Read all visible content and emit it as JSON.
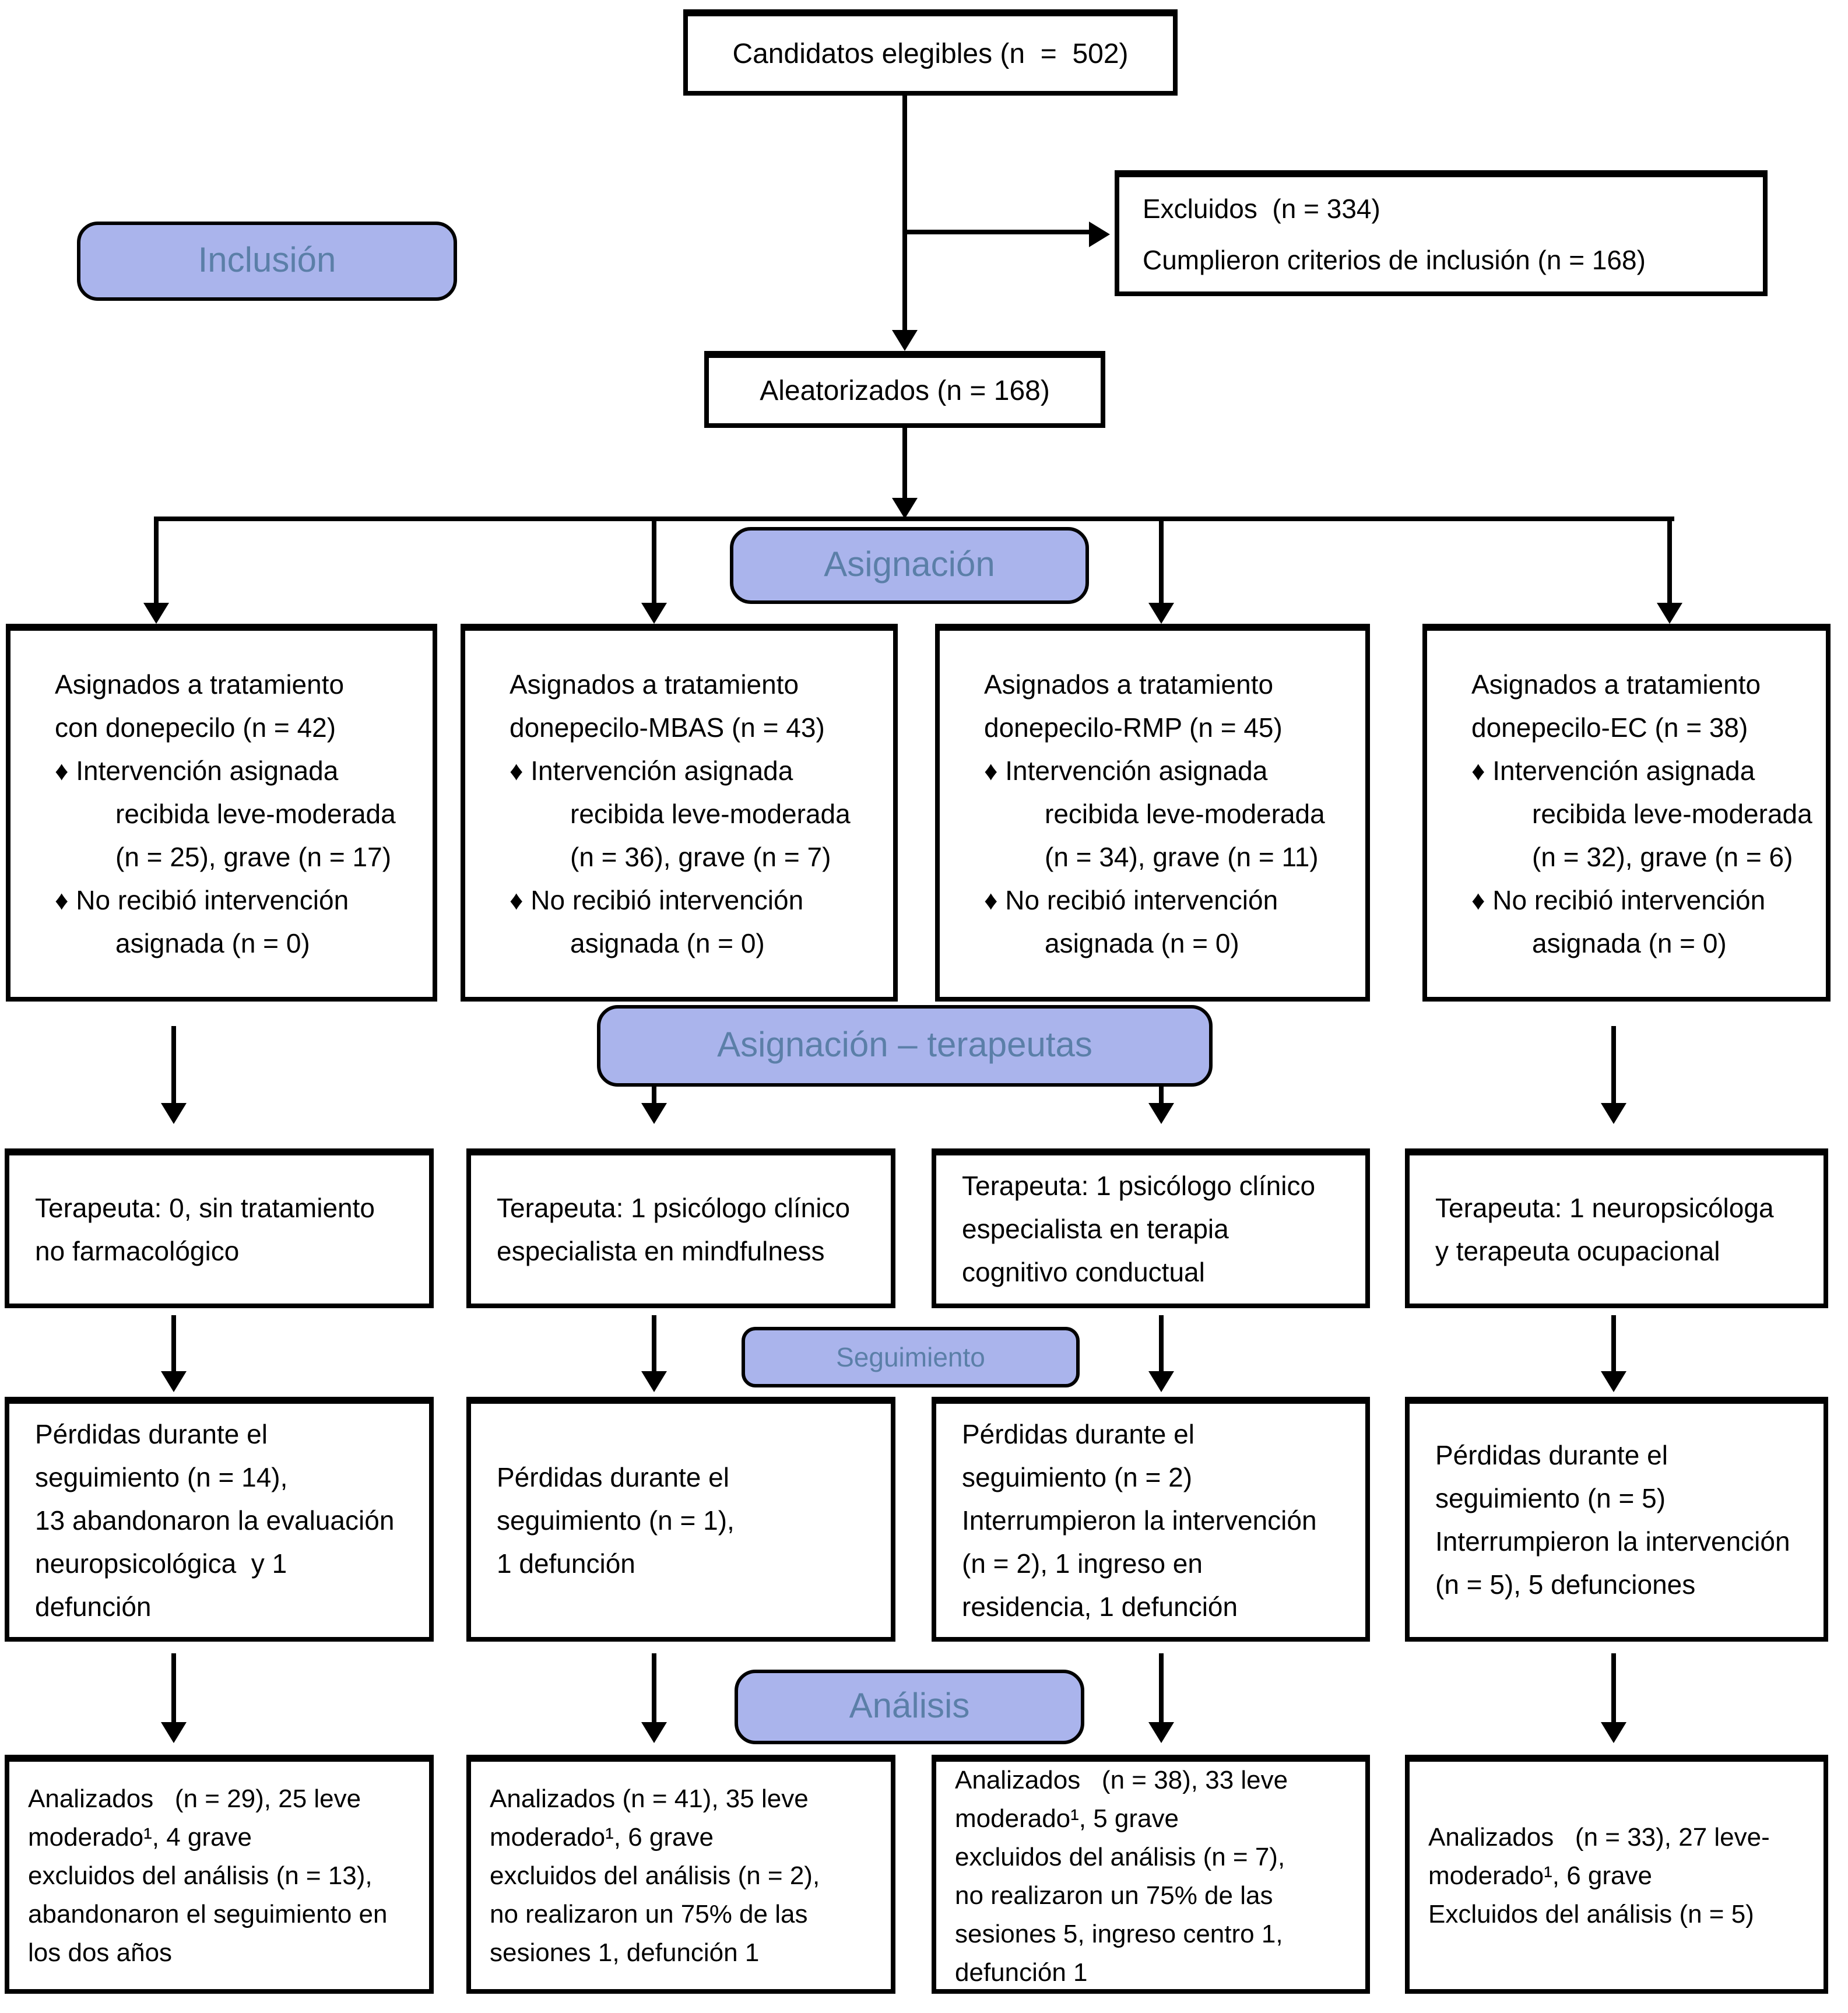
{
  "colors": {
    "stage_fill": "#aab4ec",
    "stage_text": "#5b7fa8",
    "line": "#000000",
    "background": "#ffffff"
  },
  "top": {
    "eligible": "Candidatos elegibles (n  =  502)",
    "excluded_lines": [
      "Excluidos  (n = 334)",
      "Cumplieron criterios de inclusión (n = 168)"
    ],
    "randomized": "Aleatorizados (n = 168)"
  },
  "stage_labels": {
    "inclusion": "Inclusión",
    "allocation": "Asignación",
    "allocation_therapists": "Asignación – terapeutas",
    "follow_up": "Seguimiento",
    "analysis": "Análisis"
  },
  "columns": [
    {
      "assign_lines": [
        {
          "t": "Asignados a tratamiento",
          "ind": 0
        },
        {
          "t": "con donepecilo (n = 42)",
          "ind": 0
        },
        {
          "t": "♦ Intervención asignada",
          "ind": 1
        },
        {
          "t": "recibida leve-moderada",
          "ind": 2
        },
        {
          "t": "(n = 25), grave (n = 17)",
          "ind": 2
        },
        {
          "t": "♦ No recibió intervención",
          "ind": 1
        },
        {
          "t": "asignada (n = 0)",
          "ind": 2
        }
      ],
      "therapist_lines": [
        "Terapeuta: 0, sin tratamiento",
        "no farmacológico"
      ],
      "followup_lines": [
        "Pérdidas durante el",
        "seguimiento (n = 14),",
        "13 abandonaron la evaluación",
        "neuropsicológica  y 1",
        "defunción"
      ],
      "analysis_lines": [
        "Analizados   (n = 29), 25 leve",
        "moderado¹, 4 grave",
        "excluidos del análisis (n = 13),",
        "abandonaron el seguimiento en",
        "los dos años"
      ]
    },
    {
      "assign_lines": [
        {
          "t": "Asignados a tratamiento",
          "ind": 0
        },
        {
          "t": "donepecilo-MBAS (n = 43)",
          "ind": 0
        },
        {
          "t": "♦ Intervención asignada",
          "ind": 1
        },
        {
          "t": "recibida leve-moderada",
          "ind": 2
        },
        {
          "t": "(n = 36), grave (n = 7)",
          "ind": 2
        },
        {
          "t": "♦ No recibió intervención",
          "ind": 1
        },
        {
          "t": "asignada (n = 0)",
          "ind": 2
        }
      ],
      "therapist_lines": [
        "Terapeuta: 1 psicólogo clínico",
        "especialista en mindfulness"
      ],
      "followup_lines": [
        "Pérdidas durante el",
        "seguimiento (n = 1),",
        "1 defunción"
      ],
      "analysis_lines": [
        "Analizados (n = 41), 35 leve",
        "moderado¹, 6 grave",
        "excluidos del análisis (n = 2),",
        "no realizaron un 75% de las",
        "sesiones 1, defunción 1"
      ]
    },
    {
      "assign_lines": [
        {
          "t": "Asignados a tratamiento",
          "ind": 0
        },
        {
          "t": "donepecilo-RMP (n = 45)",
          "ind": 0
        },
        {
          "t": "♦ Intervención asignada",
          "ind": 1
        },
        {
          "t": "recibida leve-moderada",
          "ind": 2
        },
        {
          "t": "(n = 34), grave (n = 11)",
          "ind": 2
        },
        {
          "t": "♦ No recibió intervención",
          "ind": 1
        },
        {
          "t": "asignada (n = 0)",
          "ind": 2
        }
      ],
      "therapist_lines": [
        "Terapeuta: 1 psicólogo clínico",
        "especialista en terapia",
        "cognitivo conductual"
      ],
      "followup_lines": [
        "Pérdidas durante el",
        "seguimiento (n = 2)",
        "Interrumpieron la intervención",
        "(n = 2), 1 ingreso en",
        "residencia, 1 defunción"
      ],
      "analysis_lines": [
        "Analizados   (n = 38), 33 leve",
        "moderado¹, 5 grave",
        "excluidos del análisis (n = 7),",
        "no realizaron un 75% de las",
        "sesiones 5, ingreso centro 1,",
        "defunción 1"
      ]
    },
    {
      "assign_lines": [
        {
          "t": "Asignados a tratamiento",
          "ind": 0
        },
        {
          "t": "donepecilo-EC (n = 38)",
          "ind": 0
        },
        {
          "t": "♦ Intervención asignada",
          "ind": 1
        },
        {
          "t": "recibida leve-moderada",
          "ind": 2
        },
        {
          "t": "(n = 32), grave (n = 6)",
          "ind": 2
        },
        {
          "t": "♦ No recibió intervención",
          "ind": 1
        },
        {
          "t": "asignada (n = 0)",
          "ind": 2
        }
      ],
      "therapist_lines": [
        "Terapeuta: 1 neuropsicóloga",
        "y terapeuta ocupacional"
      ],
      "followup_lines": [
        "Pérdidas durante el",
        "seguimiento (n = 5)",
        "Interrumpieron la intervención",
        "(n = 5), 5 defunciones"
      ],
      "analysis_lines": [
        "Analizados   (n = 33), 27 leve-",
        "moderado¹, 6 grave",
        "Excluidos del análisis (n = 5)"
      ]
    }
  ]
}
